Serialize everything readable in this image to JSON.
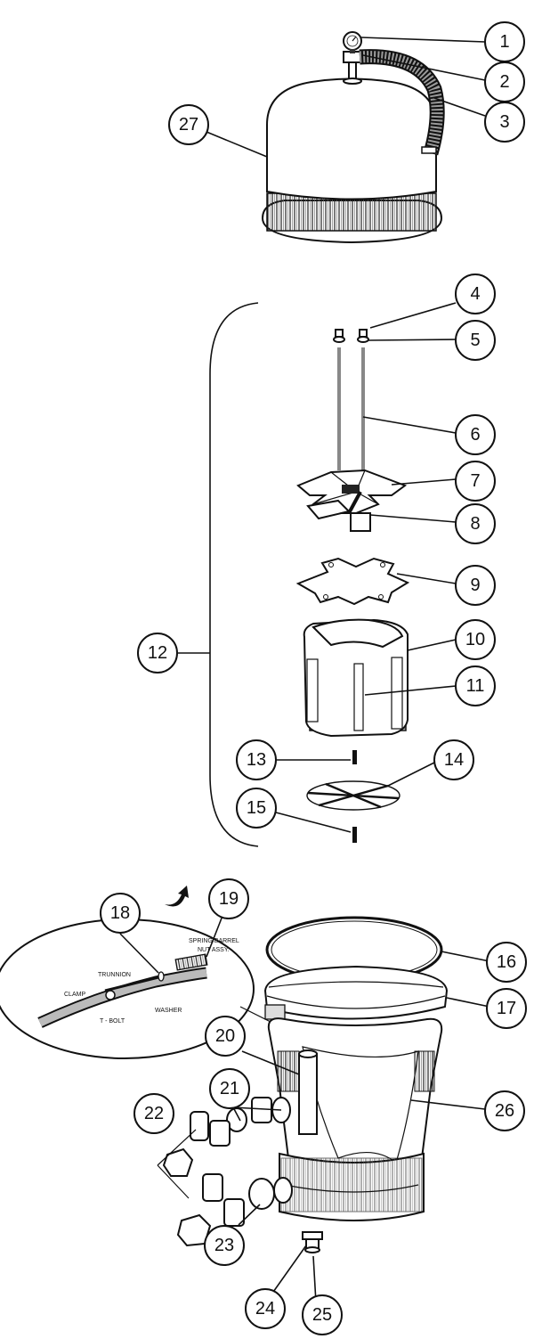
{
  "callouts": [
    "1",
    "2",
    "3",
    "4",
    "5",
    "6",
    "7",
    "8",
    "9",
    "10",
    "11",
    "12",
    "13",
    "14",
    "15",
    "16",
    "17",
    "18",
    "19",
    "20",
    "21",
    "22",
    "23",
    "24",
    "25",
    "26",
    "27"
  ],
  "inset_labels": {
    "spring": "SPRING/BARREL",
    "nut": "NUT ASSY.",
    "trunnion": "TRUNNION",
    "clamp": "CLAMP",
    "washer": "WASHER",
    "tbolt": "T - BOLT"
  }
}
